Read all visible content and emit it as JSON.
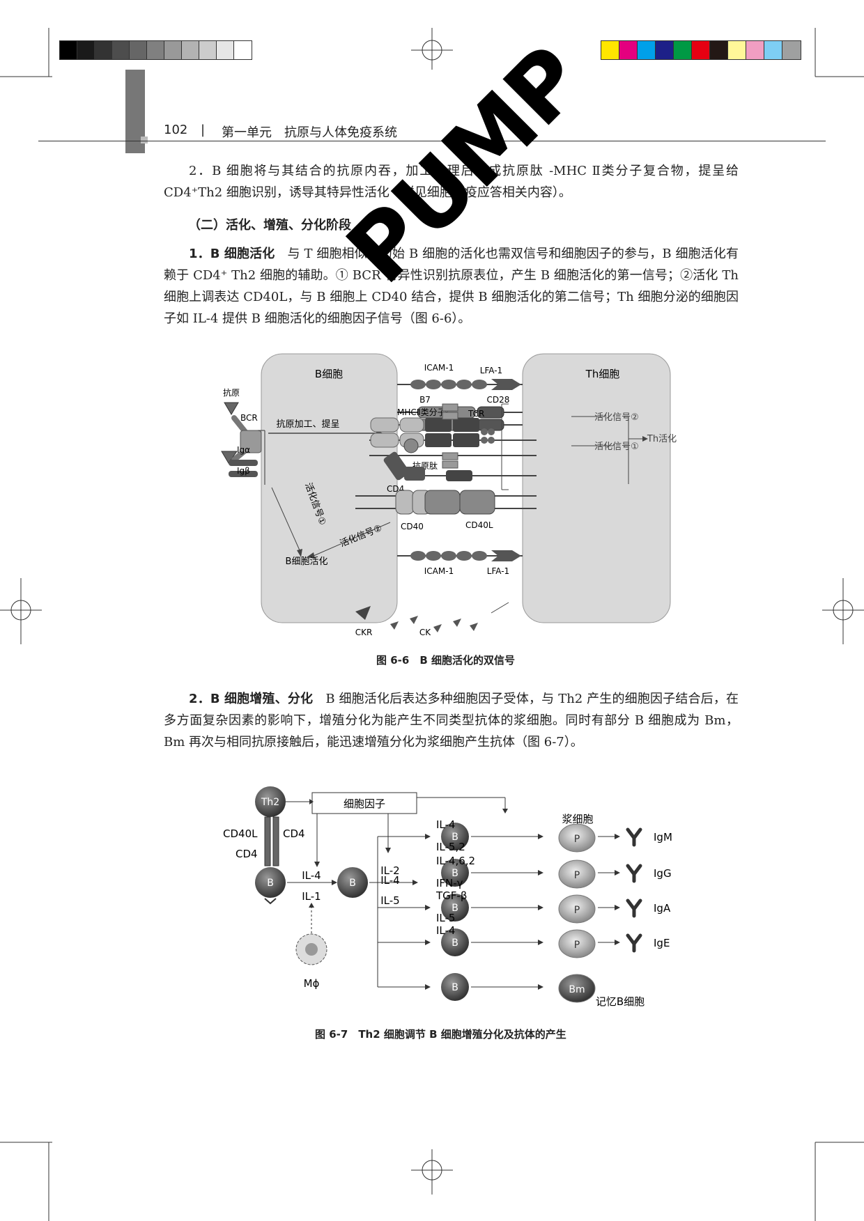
{
  "header": {
    "page_number": "102",
    "separator": "|",
    "chapter": "第一单元　抗原与人体免疫系统"
  },
  "watermark": "PUMP",
  "colors": {
    "gray_bar": [
      "#000000",
      "#1a1a1a",
      "#333333",
      "#4d4d4d",
      "#666666",
      "#808080",
      "#999999",
      "#b3b3b3",
      "#cccccc",
      "#e6e6e6",
      "#ffffff"
    ],
    "color_bar": [
      "#ffe600",
      "#e4007f",
      "#00a0e9",
      "#1d2088",
      "#009944",
      "#e60012",
      "#231815",
      "#fff799",
      "#f19ec2",
      "#7ecef4",
      "#9fa0a0"
    ]
  },
  "paragraphs": {
    "p1": "2．B 细胞将与其结合的抗原内吞，加工处理后形成抗原肽 -MHC Ⅱ类分子复合物，提呈给 CD4⁺Th2 细胞识别，诱导其特异性活化（详见细胞免疫应答相关内容）。",
    "section2": "（二）活化、增殖、分化阶段",
    "p2_bold": "1．B 细胞活化",
    "p2_text": "　与 T 细胞相似，初始 B 细胞的活化也需双信号和细胞因子的参与，B 细胞活化有赖于 CD4⁺ Th2 细胞的辅助。① BCR 特异性识别抗原表位，产生 B 细胞活化的第一信号；②活化 Th 细胞上调表达 CD40L，与 B 细胞上 CD40 结合，提供 B 细胞活化的第二信号；Th 细胞分泌的细胞因子如 IL-4 提供 B 细胞活化的细胞因子信号（图 6-6）。",
    "p3_bold": "2．B 细胞增殖、分化",
    "p3_text": "　B 细胞活化后表达多种细胞因子受体，与 Th2 产生的细胞因子结合后，在多方面复杂因素的影响下，增殖分化为能产生不同类型抗体的浆细胞。同时有部分 B 细胞成为 Bm，Bm 再次与相同抗原接触后，能迅速增殖分化为浆细胞产生抗体（图 6-7）。"
  },
  "figure1": {
    "caption": "图 6-6　B 细胞活化的双信号",
    "b_cell": "B细胞",
    "th_cell": "Th细胞",
    "icam_top": "ICAM-1",
    "lfa_top": "LFA-1",
    "b7": "B7",
    "cd28": "CD28",
    "signal2_right": "活化信号②",
    "th_activation": "Th活化",
    "antigen": "抗原",
    "bcr": "BCR",
    "processing": "抗原加工、提呈",
    "mhc2": "MHCⅡ类分子",
    "tcr": "TCR",
    "signal1_right": "活化信号①",
    "iga": "Igα",
    "igb": "Igβ",
    "peptide": "抗原肽",
    "cd4": "CD4",
    "signal1_left": "活化信号①",
    "signal2_left": "活化信号②",
    "cd40": "CD40",
    "cd40l": "CD40L",
    "b_activation": "B细胞活化",
    "icam_bottom": "ICAM-1",
    "lfa_bottom": "LFA-1",
    "ckr": "CKR",
    "ck": "CK"
  },
  "figure2": {
    "caption": "图 6-7　Th2 细胞调节 B 细胞增殖分化及抗体的产生",
    "th2": "Th2",
    "cytokines": "细胞因子",
    "cd40l": "CD40L",
    "cd4_a": "CD4",
    "cd4_b": "CD4",
    "b": "B",
    "il4_a": "IL-4",
    "il1": "IL-1",
    "mphi": "Mϕ",
    "il2": "IL-2",
    "il4_b": "IL-4",
    "il5": "IL-5",
    "plasma": "浆细胞",
    "rows": [
      {
        "top": "IL-4",
        "bottom": "IL-5,2",
        "cell": "P",
        "ab": "IgM"
      },
      {
        "top": "IL-4,6,2",
        "bottom": "IFN-γ",
        "cell": "P",
        "ab": "IgG"
      },
      {
        "top": "TGF-β",
        "bottom": "IL-5",
        "cell": "P",
        "ab": "IgA"
      },
      {
        "top": "IL-4",
        "bottom": "",
        "cell": "P",
        "ab": "IgE"
      },
      {
        "top": "",
        "bottom": "",
        "cell": "Bm",
        "ab": ""
      }
    ],
    "memory": "记忆B细胞"
  }
}
